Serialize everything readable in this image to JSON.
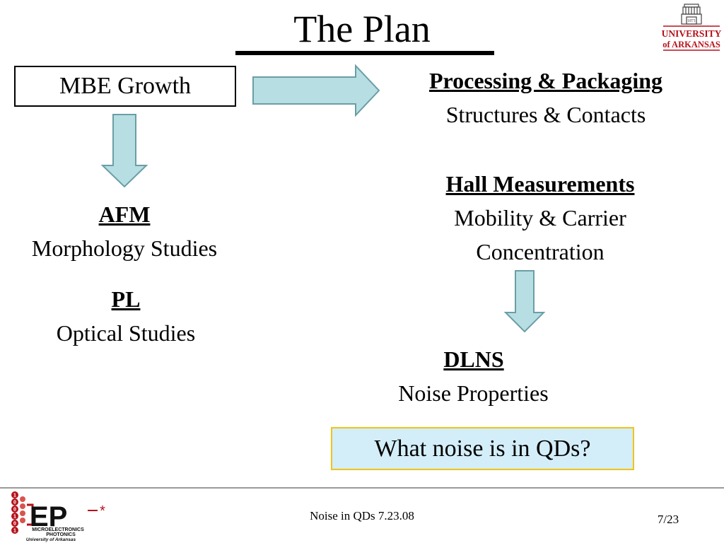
{
  "slide": {
    "title": "The Plan"
  },
  "mbe": {
    "label": "MBE Growth"
  },
  "processing": {
    "heading": "Processing & Packaging",
    "text": "Structures & Contacts"
  },
  "hall": {
    "heading": "Hall Measurements",
    "line1": "Mobility & Carrier",
    "line2": "Concentration"
  },
  "afm": {
    "heading": "AFM",
    "text": "Morphology Studies"
  },
  "pl": {
    "heading": "PL",
    "text": "Optical Studies"
  },
  "dlns": {
    "heading": "DLNS",
    "text": "Noise Properties"
  },
  "question": {
    "text": "What noise is in QDs?"
  },
  "footer": {
    "center_text": "Noise in QDs 7.23.08",
    "page": "7/23"
  },
  "logos": {
    "university": {
      "line1": "UNIVERSITY",
      "line2": "of ARKANSAS",
      "year": "1871"
    },
    "mep": {
      "acronym": "EP",
      "line1": "MICROELECTRONICS",
      "line2": "PHOTONICS",
      "line3": "University of Arkansas",
      "bits": "1001011"
    }
  },
  "colors": {
    "arrow_fill": "#b7dee3",
    "arrow_stroke": "#6a9ea6",
    "question_fill": "#d3eef9",
    "question_border": "#f0c419",
    "brand_red": "#b5121b"
  }
}
